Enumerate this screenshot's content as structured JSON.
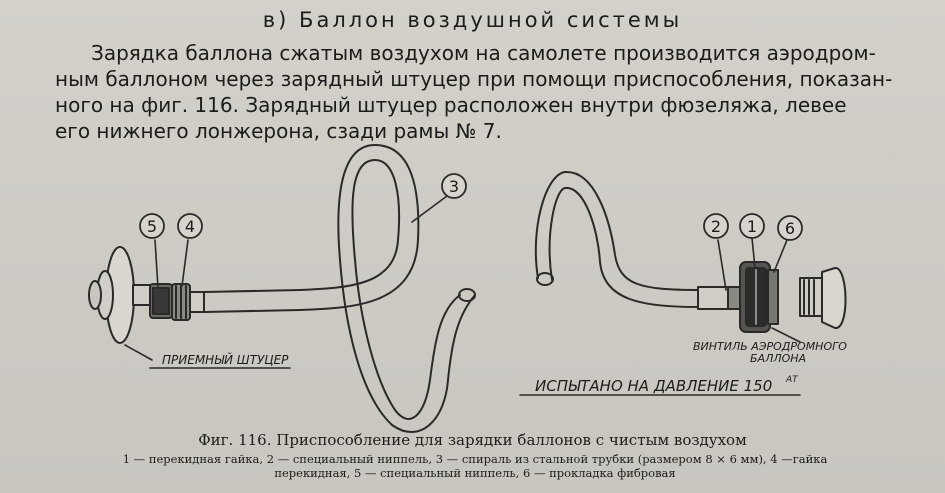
{
  "heading": "в) Баллон воздушной системы",
  "paragraph_lines": [
    "Зарядка баллона сжатым воздухом на самолете производится аэродром-",
    "ным баллоном через зарядный штуцер при помощи приспособления, показан-",
    "ного на фиг. 116. Зарядный штуцер расположен внутри фюзеляжа, левее",
    "его нижнего лонжерона, сзади рамы № 7."
  ],
  "figure": {
    "callouts": [
      "5",
      "4",
      "3",
      "2",
      "1",
      "6"
    ],
    "label_receiver": "ПРИЕМНЫЙ ШТУЦЕР",
    "label_valve_1": "ВИНТИЛЬ АЭРОДРОМНОГО",
    "label_valve_2": "БАЛЛОНА",
    "label_test": "ИСПЫТАНО НА ДАВЛЕНИЕ 150",
    "label_test_unit": "АТ"
  },
  "caption": "Фиг. 116. Приспособление для зарядки баллонов с чистым воздухом",
  "legend_lines": [
    "1 — перекидная гайка, 2 — специальный ниппель, 3 — спираль из стальной трубки (размером 8 × 6 мм), 4 —гайка",
    "перекидная, 5 — специальный ниппель, 6 — прокладка фибровая"
  ]
}
